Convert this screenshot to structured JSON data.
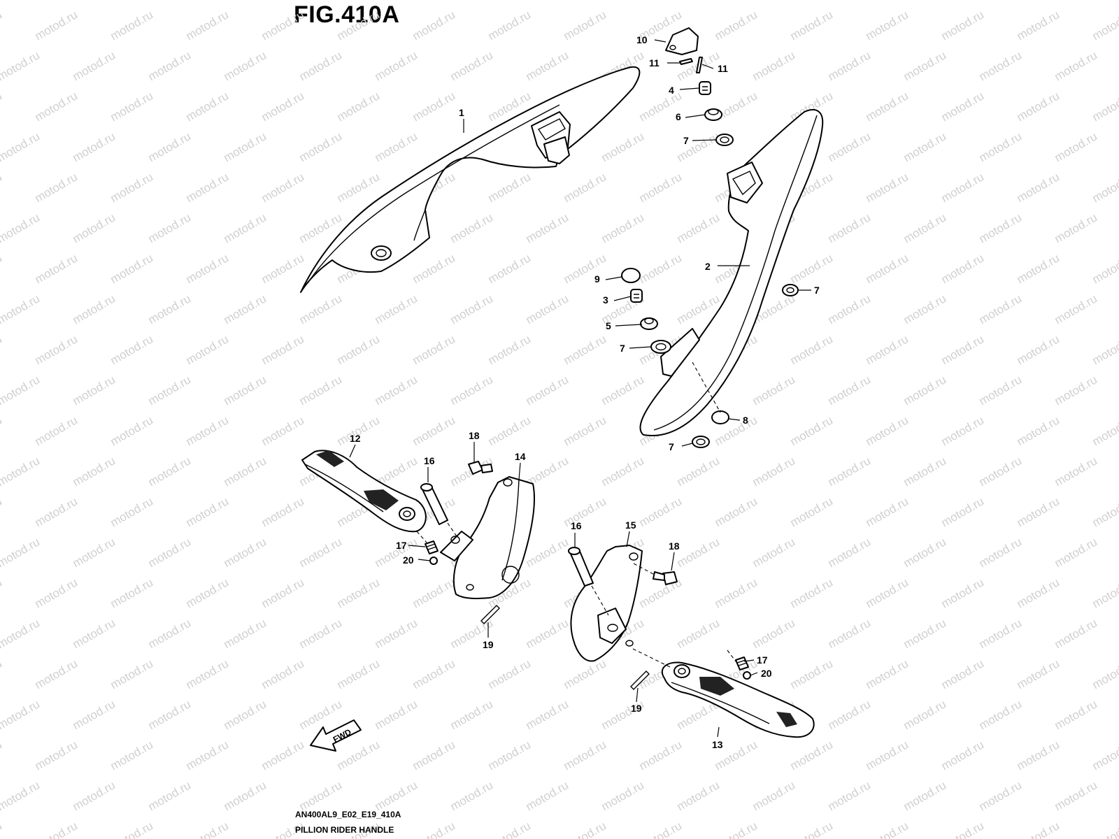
{
  "figure": {
    "title": "FIG.410A",
    "code": "AN400AL9_E02_E19_410A",
    "name": "PILLION RIDER HANDLE"
  },
  "watermark": "motod.ru",
  "direction_label": "FWD",
  "callouts": [
    {
      "id": "1"
    },
    {
      "id": "2"
    },
    {
      "id": "3"
    },
    {
      "id": "4"
    },
    {
      "id": "5"
    },
    {
      "id": "6"
    },
    {
      "id": "7"
    },
    {
      "id": "7"
    },
    {
      "id": "7"
    },
    {
      "id": "7"
    },
    {
      "id": "8"
    },
    {
      "id": "9"
    },
    {
      "id": "10"
    },
    {
      "id": "11"
    },
    {
      "id": "11"
    },
    {
      "id": "12"
    },
    {
      "id": "13"
    },
    {
      "id": "14"
    },
    {
      "id": "15"
    },
    {
      "id": "16"
    },
    {
      "id": "16"
    },
    {
      "id": "17"
    },
    {
      "id": "17"
    },
    {
      "id": "18"
    },
    {
      "id": "18"
    },
    {
      "id": "19"
    },
    {
      "id": "19"
    },
    {
      "id": "20"
    },
    {
      "id": "20"
    }
  ]
}
